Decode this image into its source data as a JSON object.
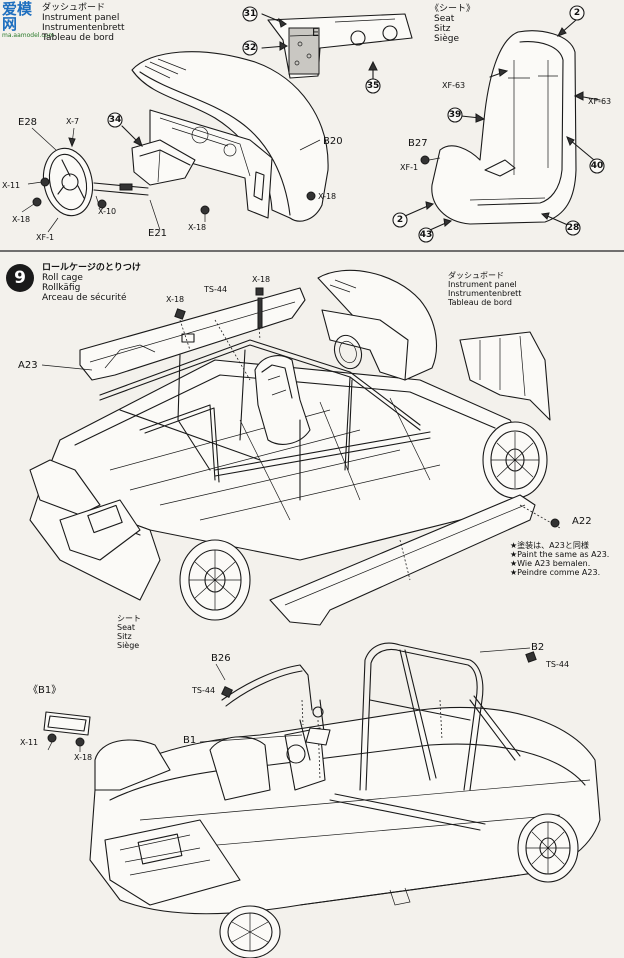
{
  "watermark": {
    "line1": "爱",
    "line2": "模",
    "line3": "网",
    "url": "ma.aamodel.com"
  },
  "dashboard_top": {
    "ja": "ダッシュボード",
    "en": "Instrument panel",
    "de": "Instrumentenbrett",
    "fr": "Tableau de bord"
  },
  "seat_top": {
    "ja": "《シート》",
    "en": "Seat",
    "de": "Sitz",
    "fr": "Siège"
  },
  "dash_panel_letter": "E",
  "callouts_top": [
    "31",
    "32",
    "35",
    "34",
    "2",
    "39",
    "40",
    "2",
    "43",
    "28"
  ],
  "part_labels_top": {
    "e28": "E28",
    "x7": "X-7",
    "x11a": "X-11",
    "x18a": "X-18",
    "x10": "X-10",
    "xf1a": "XF-1",
    "e21": "E21",
    "x18b": "X-18",
    "x18c": "X-18",
    "b20": "B20",
    "xf63a": "XF-63",
    "xf63b": "XF-63",
    "b27": "B27",
    "xf1b": "XF-1"
  },
  "step9": {
    "number": "9",
    "ja": "ロールケージのとりつけ",
    "en": "Roll cage",
    "de": "Rollkäfig",
    "fr": "Arceau de sécurité",
    "labels": {
      "x18a": "X-18",
      "ts44a": "TS-44",
      "x18b": "X-18",
      "a23": "A23",
      "a22": "A22"
    },
    "dash": {
      "ja": "ダッシュボード",
      "en": "Instrument panel",
      "de": "Instrumentenbrett",
      "fr": "Tableau de bord"
    },
    "seat": {
      "ja": "シート",
      "en": "Seat",
      "de": "Sitz",
      "fr": "Siège"
    },
    "note": {
      "ja": "★塗装は、A23と同様",
      "en": "★Paint the same as A23.",
      "de": "★Wie A23 bemalen.",
      "fr": "★Peindre comme A23."
    }
  },
  "step9_lower": {
    "b26": "B26",
    "ts44a": "TS-44",
    "b1": "B1",
    "b2": "B2",
    "ts44b": "TS-44",
    "inset_title": "《B1》",
    "x11": "X-11",
    "x18": "X-18"
  }
}
